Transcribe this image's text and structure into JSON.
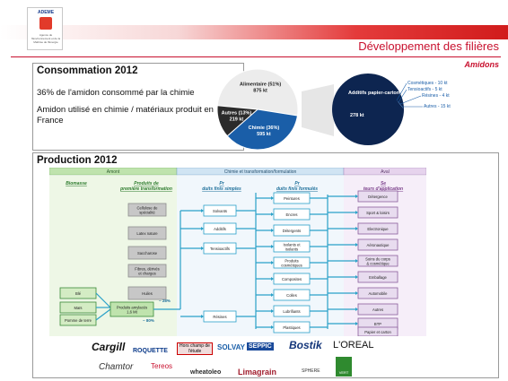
{
  "header": {
    "logo_title": "ADEME",
    "logo_subtitle": "Agence de l'Environnement et de la Maîtrise de l'Energie",
    "title": "Développement des filières",
    "subtitle": "Amidons"
  },
  "consommation": {
    "title": "Consommation 2012",
    "line1": "36% de l'amidon consommé par la chimie",
    "line2": "Amidon utilisé en chimie / matériaux produit en France"
  },
  "pie": {
    "slices": [
      {
        "label": "Alimentaire (51%)",
        "value": "875 kt",
        "percent": 51,
        "color": "#ececec"
      },
      {
        "label": "Chimie (36%)",
        "value": "595 kt",
        "percent": 36,
        "color": "#1a5ea8"
      },
      {
        "label": "Autres (13%)",
        "value": "219 kt",
        "percent": 13,
        "color": "#2b2b2b"
      }
    ],
    "detail_title": "Additifs papier-carton",
    "detail_value": "278 kt",
    "detail_items": [
      {
        "label": "Cosmétiques",
        "value": "10 kt"
      },
      {
        "label": "Tensioactifs",
        "value": "5 kt"
      },
      {
        "label": "Résines",
        "value": "4 kt"
      },
      {
        "label": "Autres",
        "value": "15 kt"
      }
    ]
  },
  "production": {
    "title": "Production 2012",
    "headers": [
      "Amont",
      "Chimie et transformation/formulation",
      "Aval"
    ],
    "col_titles": [
      "Biomasse",
      "Produits de première transformation",
      "Produits finis simples",
      "Produits finis formulés",
      "Secteurs d'application"
    ],
    "biomass": [
      "Blé",
      "Maïs",
      "Pomme de terre"
    ],
    "first_transf": [
      "Cellulose de spécialité",
      "Latex nature",
      "Saccharose",
      "Fibres, dérivés et charges",
      "Huiles"
    ],
    "starch_box": "Produits amylacés 1,6 Mt",
    "pct_a": "~ 28%",
    "pct_b": "~ 80%",
    "simple": [
      "Solvants",
      "Additifs",
      "Tensioactifs",
      "Résines"
    ],
    "formulated": [
      "Peintures",
      "Encres",
      "Détergents",
      "Isolants et isolants",
      "Produits cosmétiques",
      "Composites",
      "Colles",
      "Lubrifiants",
      "Plastiques"
    ],
    "sectors": [
      "Détergence",
      "Sport & loisirs",
      "Electronique",
      "Aéronautique",
      "Soins du corps & cosmétique",
      "Emballage",
      "Automobile",
      "Autres",
      "BTP",
      "Papier et carton"
    ]
  },
  "logos": {
    "cargill": "Cargill",
    "roquette": "ROQUETTE",
    "hors": "Hors champ de l'étude",
    "solvay": "SOLVAY",
    "seppic": "SEPPIC",
    "bostik": "Bostik",
    "loreal": "L'OREAL",
    "chamtor": "Chamtor",
    "tereos": "Tereos",
    "wheatoleo": "wheatoleo",
    "limagrain": "Limagrain",
    "sphere": "SPHERE",
    "vert": "VERT"
  }
}
